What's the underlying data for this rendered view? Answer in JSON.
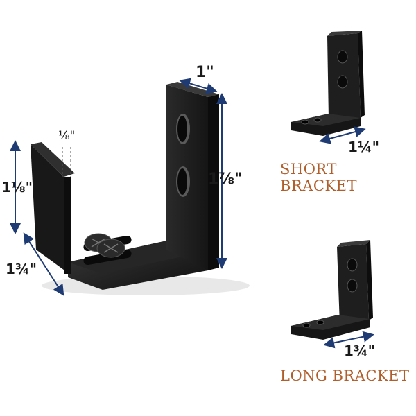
{
  "dimensions": {
    "top_width": "1\"",
    "gap": "⅛\"",
    "left_height": "1⅛\"",
    "right_height": "1⅞\"",
    "depth": "1¾\"",
    "short_width": "1¼\"",
    "long_width": "1¾\""
  },
  "captions": {
    "short": "SHORT BRACKET",
    "long": "LONG BRACKET"
  },
  "colors": {
    "arrow": "#1f3b73",
    "caption": "#b05f2c",
    "metal": "#1b1b1b"
  }
}
